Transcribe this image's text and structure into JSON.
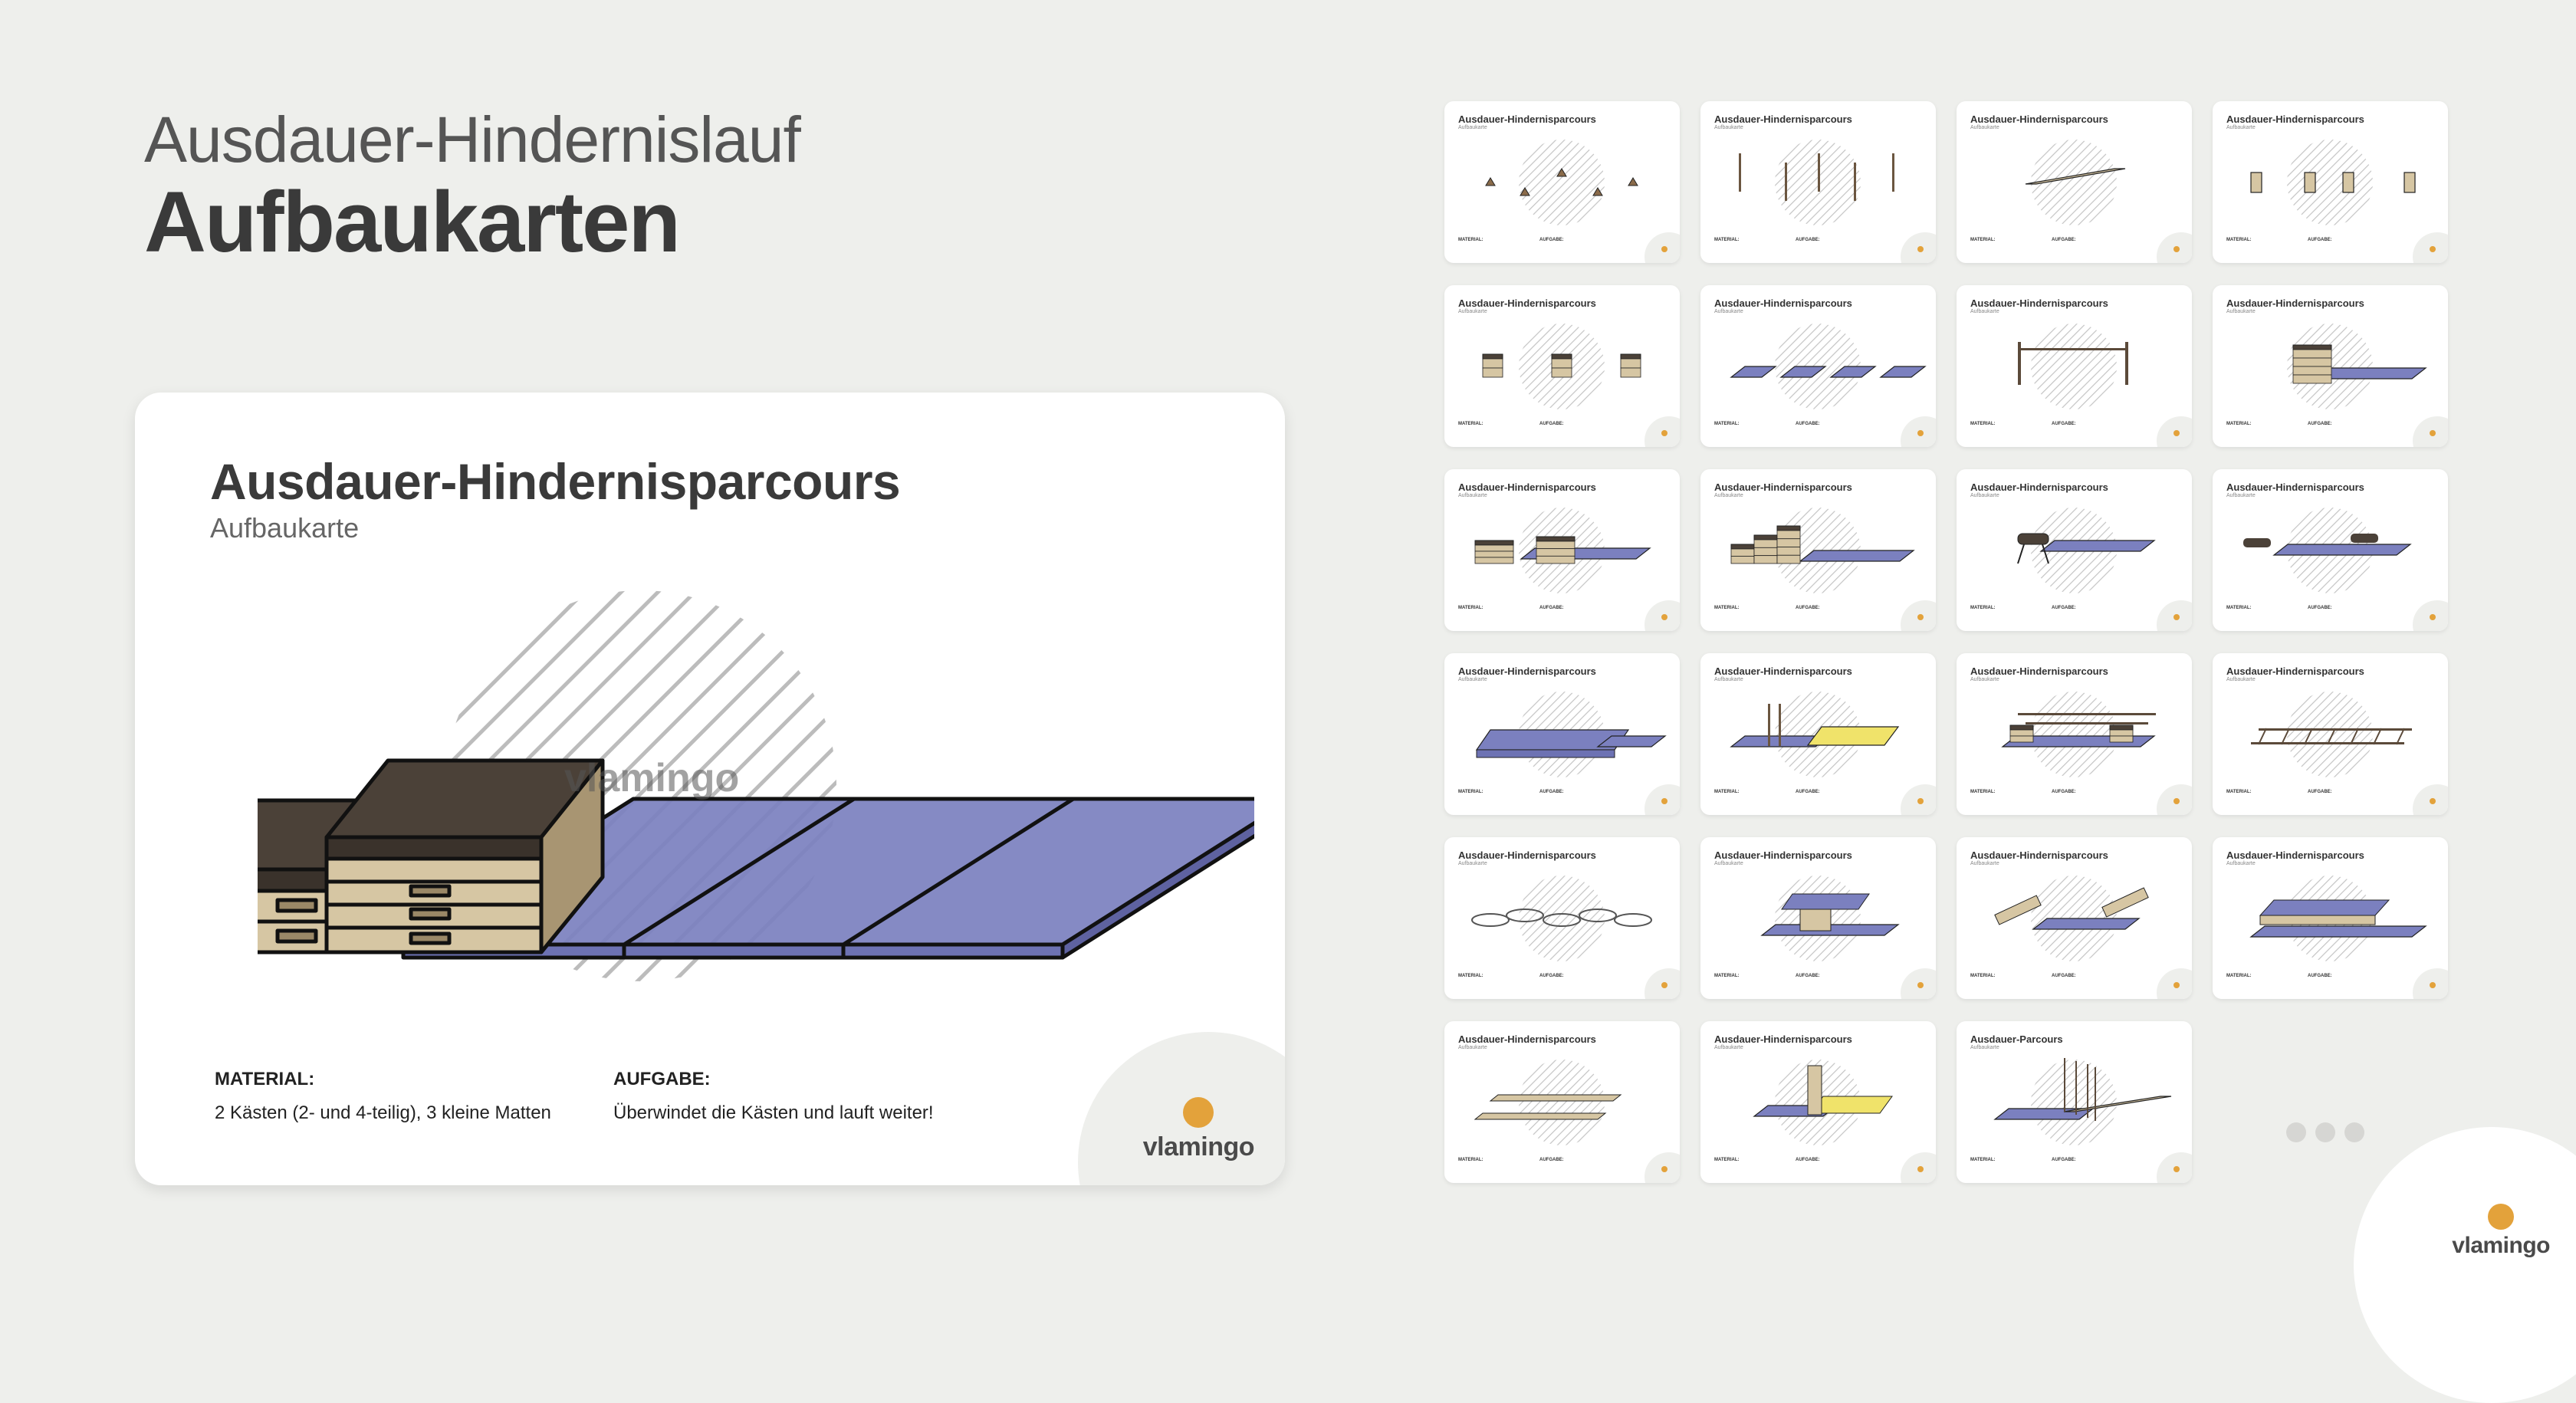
{
  "header": {
    "subtitle": "Ausdauer-Hindernislauf",
    "title": "Aufbaukarten"
  },
  "main_card": {
    "title": "Ausdauer-Hindernisparcours",
    "subtitle": "Aufbaukarte",
    "watermark": "vlamingo",
    "material_label": "MATERIAL:",
    "material_value": "2 Kästen (2- und 4-teilig), 3 kleine Matten",
    "task_label": "AUFGABE:",
    "task_value": "Überwindet die Kästen und lauft weiter!",
    "brand": "vlamingo"
  },
  "cards": [
    {
      "title": "Ausdauer-Hindernisparcours",
      "subtitle": "Aufbaukarte",
      "icon": "cones"
    },
    {
      "title": "Ausdauer-Hindernisparcours",
      "subtitle": "Aufbaukarte",
      "icon": "poles"
    },
    {
      "title": "Ausdauer-Hindernisparcours",
      "subtitle": "Aufbaukarte",
      "icon": "bench"
    },
    {
      "title": "Ausdauer-Hindernisparcours",
      "subtitle": "Aufbaukarte",
      "icon": "box-frames"
    },
    {
      "title": "Ausdauer-Hindernisparcours",
      "subtitle": "Aufbaukarte",
      "icon": "small-boxes"
    },
    {
      "title": "Ausdauer-Hindernisparcours",
      "subtitle": "Aufbaukarte",
      "icon": "mats"
    },
    {
      "title": "Ausdauer-Hindernisparcours",
      "subtitle": "Aufbaukarte",
      "icon": "hurdle"
    },
    {
      "title": "Ausdauer-Hindernisparcours",
      "subtitle": "Aufbaukarte",
      "icon": "box-mat"
    },
    {
      "title": "Ausdauer-Hindernisparcours",
      "subtitle": "Aufbaukarte",
      "icon": "two-boxes-mats"
    },
    {
      "title": "Ausdauer-Hindernisparcours",
      "subtitle": "Aufbaukarte",
      "icon": "stairs-boxes"
    },
    {
      "title": "Ausdauer-Hindernisparcours",
      "subtitle": "Aufbaukarte",
      "icon": "buck-mat"
    },
    {
      "title": "Ausdauer-Hindernisparcours",
      "subtitle": "Aufbaukarte",
      "icon": "two-bucks-mat"
    },
    {
      "title": "Ausdauer-Hindernisparcours",
      "subtitle": "Aufbaukarte",
      "icon": "thick-mat"
    },
    {
      "title": "Ausdauer-Hindernisparcours",
      "subtitle": "Aufbaukarte",
      "icon": "bars-yellow-mat"
    },
    {
      "title": "Ausdauer-Hindernisparcours",
      "subtitle": "Aufbaukarte",
      "icon": "bars-boxes"
    },
    {
      "title": "Ausdauer-Hindernisparcours",
      "subtitle": "Aufbaukarte",
      "icon": "ladder"
    },
    {
      "title": "Ausdauer-Hindernisparcours",
      "subtitle": "Aufbaukarte",
      "icon": "hoops"
    },
    {
      "title": "Ausdauer-Hindernisparcours",
      "subtitle": "Aufbaukarte",
      "icon": "table-mat"
    },
    {
      "title": "Ausdauer-Hindernisparcours",
      "subtitle": "Aufbaukarte",
      "icon": "frames-mats"
    },
    {
      "title": "Ausdauer-Hindernisparcours",
      "subtitle": "Aufbaukarte",
      "icon": "mat-stack"
    },
    {
      "title": "Ausdauer-Hindernisparcours",
      "subtitle": "Aufbaukarte",
      "icon": "two-benches"
    },
    {
      "title": "Ausdauer-Hindernisparcours",
      "subtitle": "Aufbaukarte",
      "icon": "wall-bars"
    },
    {
      "title": "Ausdauer-Parcours",
      "subtitle": "Aufbaukarte",
      "icon": "poles-benches"
    }
  ],
  "colors": {
    "background": "#eeefec",
    "mat_blue": "#7b80bf",
    "box_wood": "#d6c6a3",
    "box_top": "#4b4138",
    "yellow_mat": "#f0e36a",
    "brand_orange": "#e3a23b"
  },
  "brand": "vlamingo"
}
